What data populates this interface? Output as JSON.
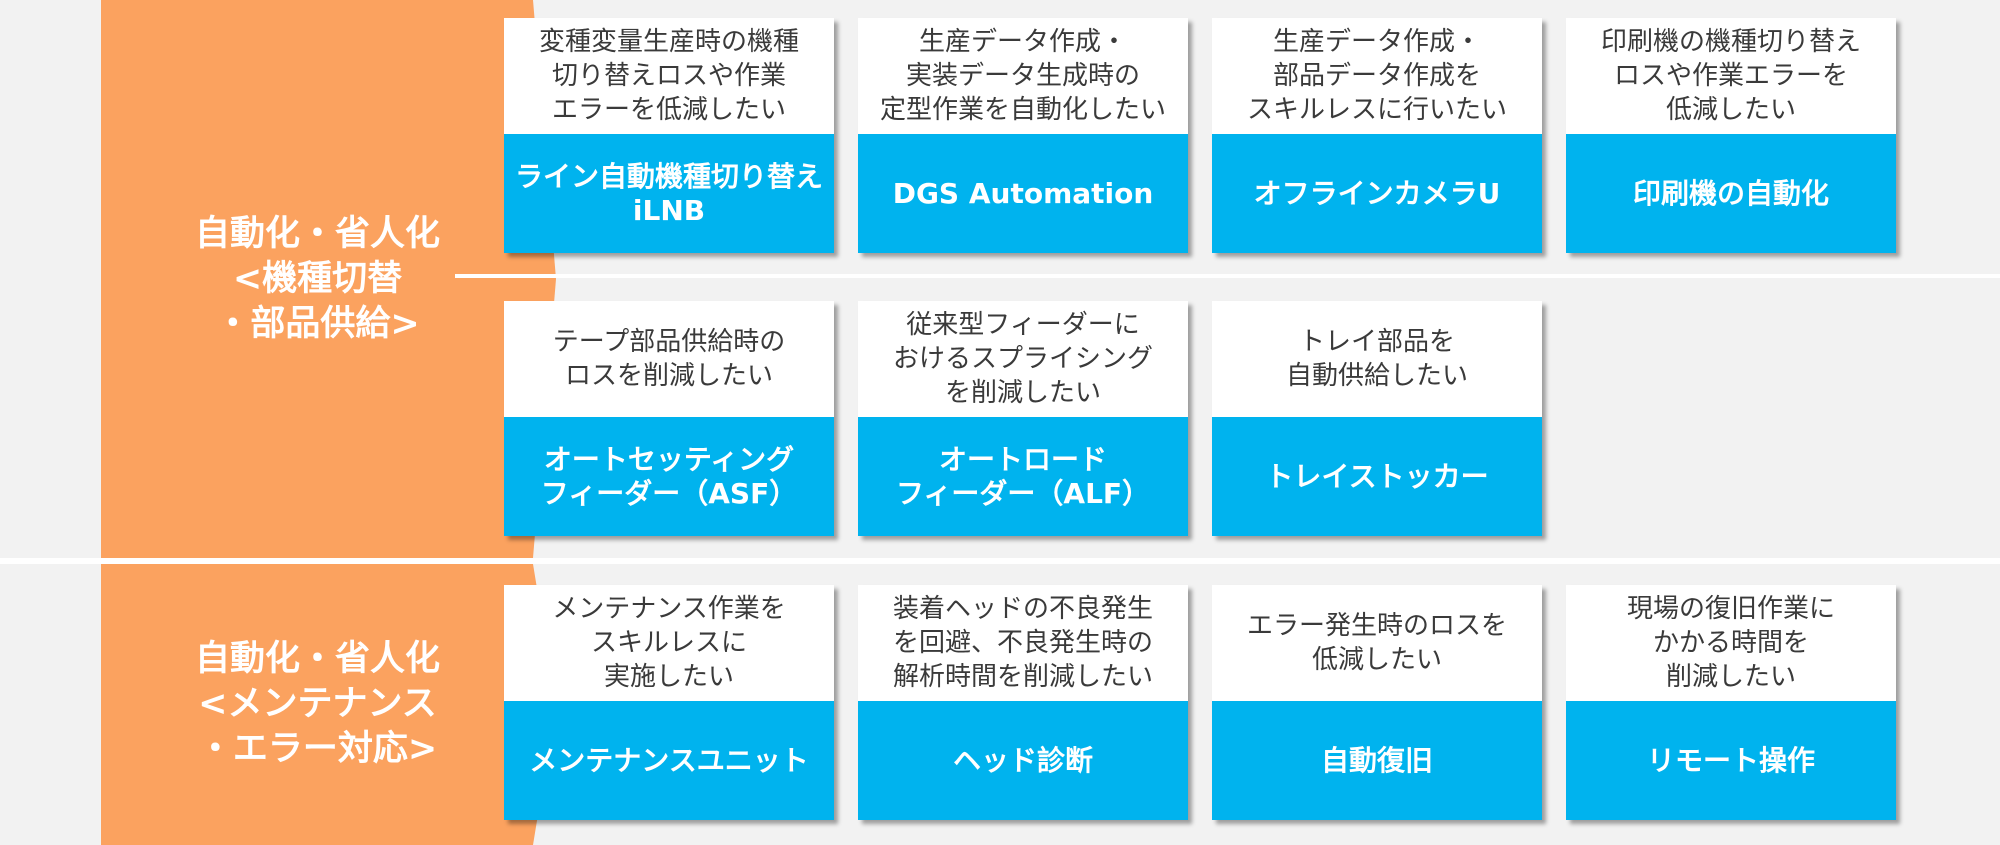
{
  "categories": [
    {
      "label": "自動化・省人化\n<機種切替\n・部品供給>"
    },
    {
      "label": "自動化・省人化\n<メンテナンス\n・エラー対応>"
    }
  ],
  "cards": [
    {
      "need": "変種変量生産時の機種\n切り替えロスや作業\nエラーを低減したい",
      "product": "ライン自動機種切り替え\niLNB"
    },
    {
      "need": "生産データ作成・\n実装データ生成時の\n定型作業を自動化したい",
      "product": "DGS Automation"
    },
    {
      "need": "生産データ作成・\n部品データ作成を\nスキルレスに行いたい",
      "product": "オフラインカメラU"
    },
    {
      "need": "印刷機の機種切り替え\nロスや作業エラーを\n低減したい",
      "product": "印刷機の自動化"
    },
    {
      "need": "テープ部品供給時の\nロスを削減したい",
      "product": "オートセッティング\nフィーダー（ASF）"
    },
    {
      "need": "従来型フィーダーに\nおけるスプライシング\nを削減したい",
      "product": "オートロード\nフィーダー（ALF）"
    },
    {
      "need": "トレイ部品を\n自動供給したい",
      "product": "トレイストッカー"
    },
    {
      "need": "メンテナンス作業を\nスキルレスに\n実施したい",
      "product": "メンテナンスユニット"
    },
    {
      "need": "装着ヘッドの不良発生\nを回避、不良発生時の\n解析時間を削減したい",
      "product": "ヘッド診断"
    },
    {
      "need": "エラー発生時のロスを\n低減したい",
      "product": "自動復旧"
    },
    {
      "need": "現場の復旧作業に\nかかる時間を\n削減したい",
      "product": "リモート操作"
    }
  ]
}
